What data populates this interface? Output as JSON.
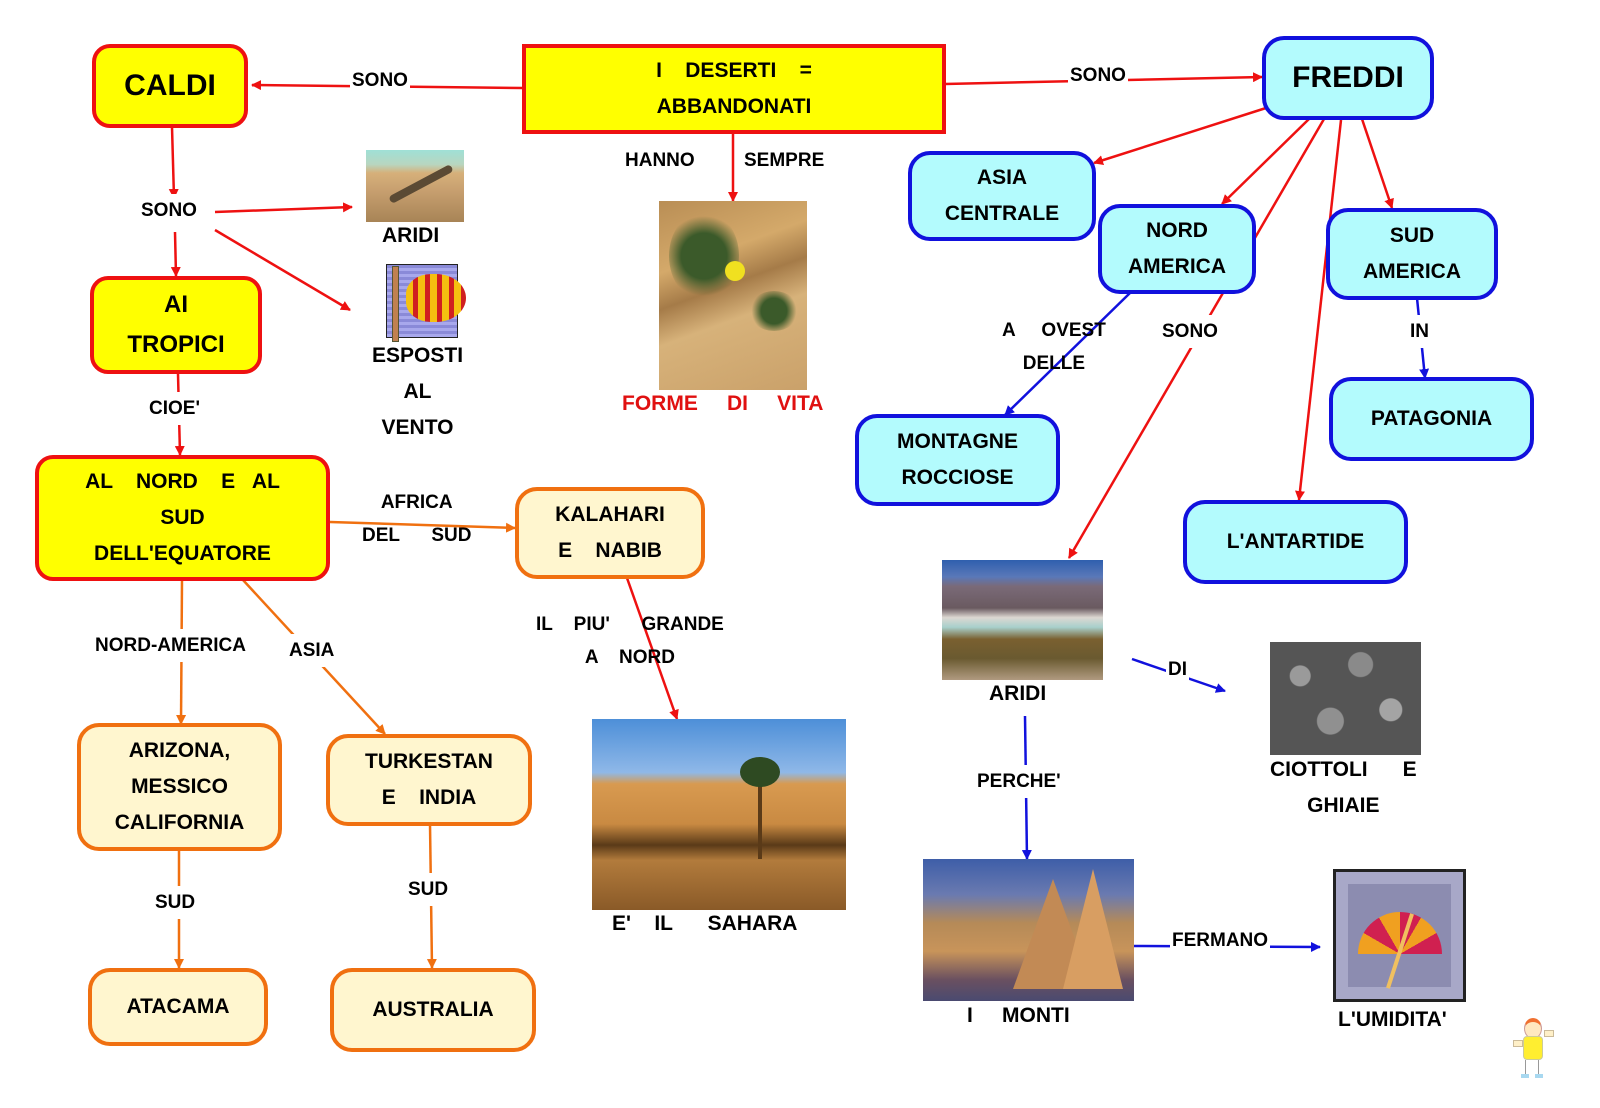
{
  "root": {
    "line1": "I    DESERTI    =",
    "line2": "ABBANDONATI"
  },
  "nodes": {
    "caldi": "CALDI",
    "freddi": "FREDDI",
    "ai_tropici": "AI\nTROPICI",
    "equatore": "AL    NORD    E   AL\nSUD\nDELL'EQUATORE",
    "kalahari": "KALAHARI\nE    NABIB",
    "arizona": "ARIZONA,\nMESSICO\nCALIFORNIA",
    "turkestan": "TURKESTAN\nE    INDIA",
    "atacama": "ATACAMA",
    "australia": "AUSTRALIA",
    "asia_centrale": "ASIA\nCENTRALE",
    "nord_america": "NORD\nAMERICA",
    "sud_america": "SUD\nAMERICA",
    "montagne": "MONTAGNE\nROCCIOSE",
    "patagonia": "PATAGONIA",
    "antartide": "L'ANTARTIDE"
  },
  "edge_labels": {
    "sono_caldi": "SONO",
    "sono_freddi": "SONO",
    "sono_caldi_down": "SONO",
    "cioe": "CIOE'",
    "hanno_sempre_left": "HANNO",
    "hanno_sempre_right": "SEMPRE",
    "africa_del_sud": "AFRICA\nDEL      SUD",
    "nord_america_link": "NORD-AMERICA",
    "asia_link": "ASIA",
    "sud_left": "SUD",
    "sud_right": "SUD",
    "il_piu_grande": "IL    PIU'      GRANDE\nA    NORD",
    "a_ovest_delle": "A     OVEST\nDELLE",
    "sono_aridi": "SONO",
    "in_link": "IN",
    "di_link": "DI",
    "perche": "PERCHE'",
    "fermano": "FERMANO"
  },
  "captions": {
    "aridi_hot": "ARIDI",
    "esposti": "ESPOSTI\nAL\nVENTO",
    "forme_di_vita": "FORME     DI     VITA",
    "sahara": "E'    IL      SAHARA",
    "aridi_cold": "ARIDI",
    "ciottoli": "CIOTTOLI      E\nGHIAIE",
    "monti": "I     MONTI",
    "umidita": "L'UMIDITA'"
  },
  "images": {
    "dune": "desert-dune-image",
    "windsock": "windsock-clipart",
    "plant": "desert-plant-photo",
    "sahara": "sahara-palm-photo",
    "salt_flat": "arid-salt-flat-photo",
    "gravel": "gravel-photo",
    "mountains": "mountain-peaks-photo",
    "umbrella": "umbrella-rain-clipart",
    "mascot": "mascot-figure"
  },
  "colors": {
    "hot_fill": "#ffff00",
    "hot_border": "#ee1111",
    "cold_fill": "#b3fbfd",
    "cold_border": "#1111dd",
    "warm_fill": "#fff6cf",
    "warm_border": "#f07010",
    "red_arrow": "#ee1111",
    "blue_arrow": "#1111dd",
    "orange_arrow": "#f07010"
  }
}
